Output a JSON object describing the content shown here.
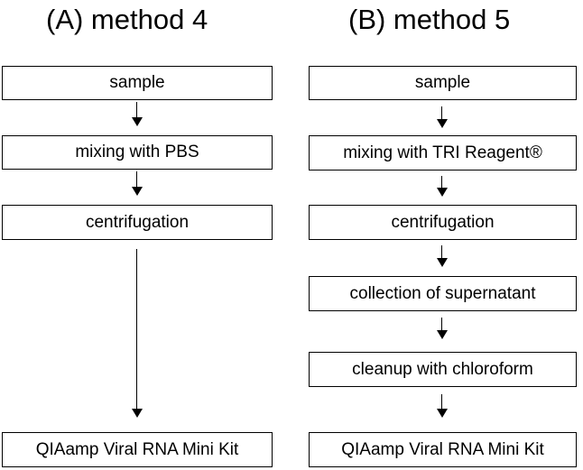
{
  "method_a": {
    "title": "(A) method 4",
    "steps": [
      "sample",
      "mixing with PBS",
      "centrifugation",
      "QIAamp Viral RNA Mini Kit"
    ]
  },
  "method_b": {
    "title": "(B) method 5",
    "steps": [
      "sample",
      "mixing with TRI Reagent®",
      "centrifugation",
      "collection of supernatant",
      "cleanup with chloroform",
      "QIAamp Viral RNA Mini Kit"
    ]
  }
}
